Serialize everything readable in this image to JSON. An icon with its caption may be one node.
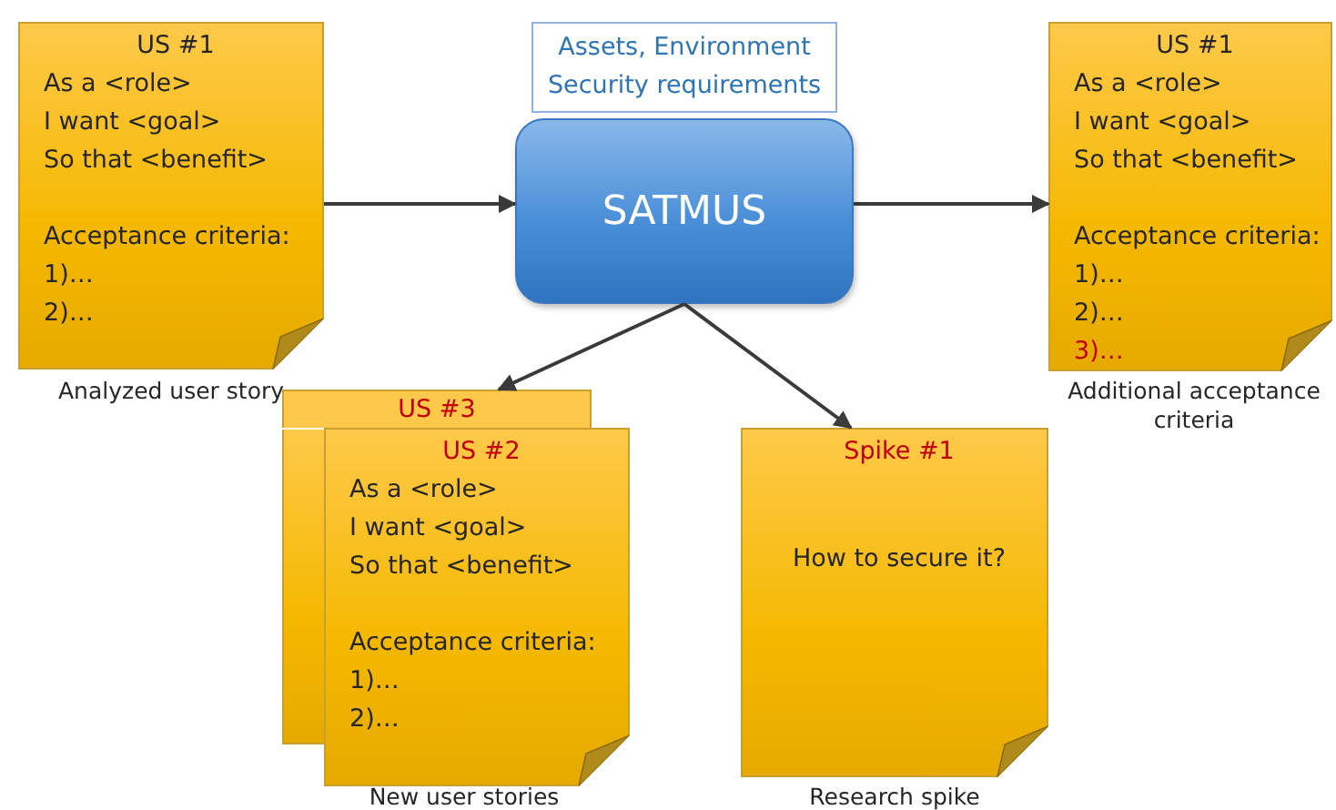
{
  "diagram": {
    "nodes": [
      {
        "text": [
          "US #1",
          "As a <role>",
          "I want <goal>",
          "So that <benefit>",
          "Acceptance criteria:",
          "1)…",
          "2)…"
        ],
        "beside": [
          "Analyzed user story"
        ]
      },
      {
        "text": [
          "Assets, Environment Security requirements"
        ]
      },
      {
        "text": [
          "SATMUS"
        ]
      },
      {
        "text": [
          "US #1",
          "As a <role>",
          "I want <goal>",
          "So that <benefit>",
          "Acceptance criteria:",
          "1)…",
          "2)…",
          "3)…"
        ],
        "beside": [
          "Additional acceptance criteria"
        ]
      },
      {
        "text": [
          "US #3"
        ]
      },
      {
        "text": [
          "US #2",
          "As a <role>",
          "I want <goal>",
          "So that <benefit>",
          "Acceptance criteria:",
          "1)…",
          "2)…"
        ],
        "beside": [
          "New user stories"
        ]
      },
      {
        "text": [
          "Spike #1",
          "How to secure it?"
        ],
        "beside": [
          "Research spike"
        ]
      }
    ],
    "edges": [
      {
        "from": 0,
        "to": 2,
        "arrow": "to"
      },
      {
        "from": 2,
        "to": 3,
        "arrow": "to"
      },
      {
        "from": 2,
        "to": 4,
        "arrow": "to"
      },
      {
        "from": 2,
        "to": 6,
        "arrow": "to"
      }
    ]
  }
}
